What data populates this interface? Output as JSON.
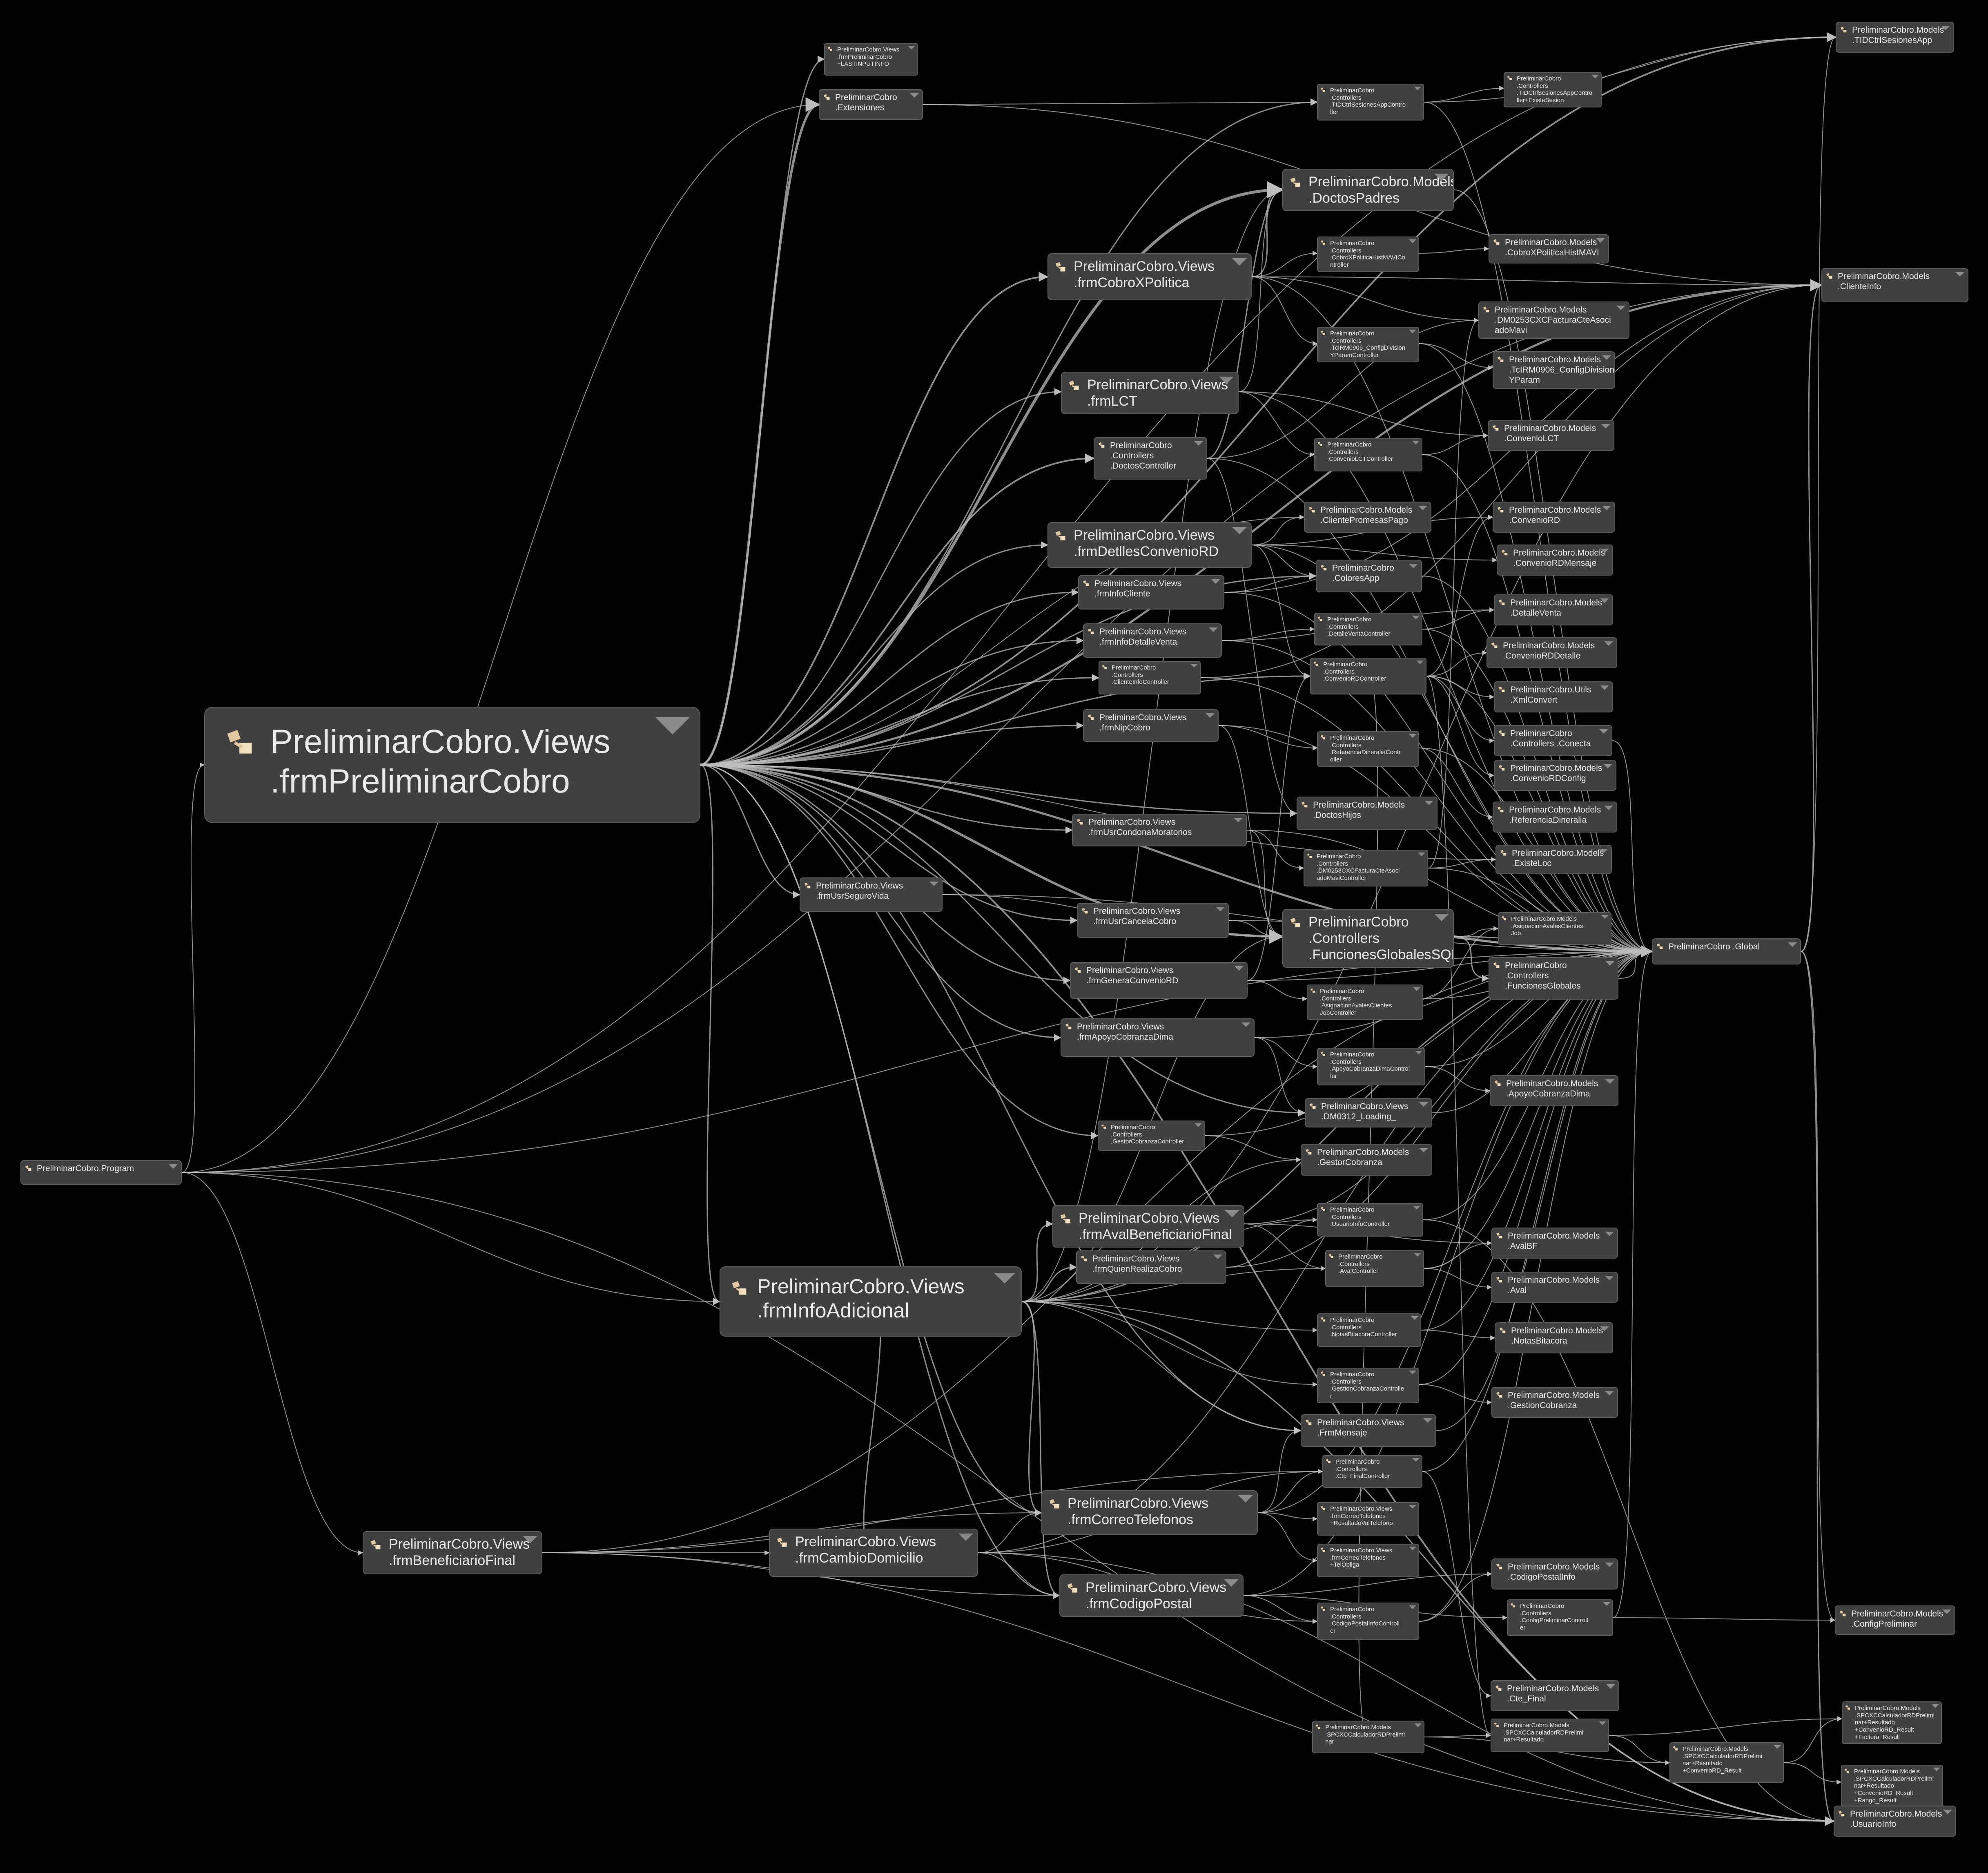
{
  "colors": {
    "background": "#000000",
    "node_fill": "#404040",
    "node_border": "#5a5a5a",
    "edge": "#bdbdbd",
    "text": "#e8e8e8"
  },
  "icon_names": {
    "class": "class-icon",
    "collapse": "chevron-down-icon"
  },
  "nodes": {
    "program": [
      "PreliminarCobro.Program"
    ],
    "frmPreliminarCobro": [
      "PreliminarCobro.Views",
      ".frmPreliminarCobro"
    ],
    "frmInfoAdicional": [
      "PreliminarCobro.Views",
      ".frmInfoAdicional"
    ],
    "frmBeneficiarioFinal": [
      "PreliminarCobro.Views",
      ".frmBeneficiarioFinal"
    ],
    "frmCambioDomicilio": [
      "PreliminarCobro.Views",
      ".frmCambioDomicilio"
    ],
    "lastInput": [
      "PreliminarCobro.Views",
      ".frmPreliminarCobro",
      "+LASTINPUTINFO"
    ],
    "extensiones": [
      "PreliminarCobro",
      ".Extensiones"
    ],
    "frmUsrSeguroVida": [
      "PreliminarCobro.Views",
      ".frmUsrSeguroVida"
    ],
    "frmCobroXPolitica": [
      "PreliminarCobro.Views",
      ".frmCobroXPolitica"
    ],
    "frmLCT": [
      "PreliminarCobro.Views",
      ".frmLCT"
    ],
    "doctosController": [
      "PreliminarCobro",
      ".Controllers",
      ".DoctosController"
    ],
    "frmDetllesConvenioRD": [
      "PreliminarCobro.Views",
      ".frmDetllesConvenioRD"
    ],
    "frmInfoCliente": [
      "PreliminarCobro.Views",
      ".frmInfoCliente"
    ],
    "frmInfoDetalleVenta": [
      "PreliminarCobro.Views",
      ".frmInfoDetalleVenta"
    ],
    "clienteInfoController": [
      "PreliminarCobro",
      ".Controllers",
      ".ClienteInfoController"
    ],
    "frmNipCobro": [
      "PreliminarCobro.Views",
      ".frmNipCobro"
    ],
    "frmUsrCondonaMoratorios": [
      "PreliminarCobro.Views",
      ".frmUsrCondonaMoratorios"
    ],
    "frmUsrCancelaCobro": [
      "PreliminarCobro.Views",
      ".frmUsrCancelaCobro"
    ],
    "frmGeneraConvenioRD": [
      "PreliminarCobro.Views",
      ".frmGeneraConvenioRD"
    ],
    "frmApoyoCobranzaDima": [
      "PreliminarCobro.Views",
      ".frmApoyoCobranzaDima"
    ],
    "gestorCobranzaController": [
      "PreliminarCobro",
      ".Controllers",
      ".GestorCobranzaController"
    ],
    "frmAvalBeneficiarioFinal": [
      "PreliminarCobro.Views",
      ".frmAvalBeneficiarioFinal"
    ],
    "frmQuienRealizaCobro": [
      "PreliminarCobro.Views",
      ".frmQuienRealizaCobro"
    ],
    "frmCorreoTelefonos": [
      "PreliminarCobro.Views",
      ".frmCorreoTelefonos"
    ],
    "frmCodigoPostal": [
      "PreliminarCobro.Views",
      ".frmCodigoPostal"
    ],
    "tidCtrlSesionesAppController": [
      "PreliminarCobro",
      ".Controllers",
      ".TIDCtrlSesionesAppContro",
      "ller"
    ],
    "existeSesion": [
      "PreliminarCobro",
      ".Controllers",
      ".TIDCtrlSesionesAppContro",
      "ller+ExisteSesion"
    ],
    "doctosPadres": [
      "PreliminarCobro.Models",
      ".DoctosPadres"
    ],
    "cobroXPoliticaHistMAVICo": [
      "PreliminarCobro",
      ".Controllers",
      ".CobroXPoliticaHistMAVICo",
      "ntroller"
    ],
    "tcIRM0906Controller": [
      "PreliminarCobro",
      ".Controllers",
      ".TcIRM0906_ConfigDivision",
      "YParamController"
    ],
    "convenioLCTController": [
      "PreliminarCobro",
      ".Controllers",
      ".ConvenioLCTController"
    ],
    "clientePromesasPago": [
      "PreliminarCobro.Models",
      ".ClientePromesasPago"
    ],
    "coloresApp": [
      "PreliminarCobro",
      ".ColoresApp"
    ],
    "detalleVentaController": [
      "PreliminarCobro",
      ".Controllers",
      ".DetalleVentaController"
    ],
    "convenioRDController": [
      "PreliminarCobro",
      ".Controllers",
      ".ConvenioRDController"
    ],
    "referenciaDineraliaController": [
      "PreliminarCobro",
      ".Controllers",
      ".ReferenciaDineraliaContr",
      "oller"
    ],
    "doctosHijos": [
      "PreliminarCobro.Models",
      ".DoctosHijos"
    ],
    "dm0253Controller": [
      "PreliminarCobro",
      ".Controllers",
      ".DM0253CXCFacturaCteAsoci",
      "adoMaviController"
    ],
    "funcionesGlobalesSQL": [
      "PreliminarCobro",
      ".Controllers",
      ".FuncionesGlobalesSQL"
    ],
    "asignacionAvalesController": [
      "PreliminarCobro",
      ".Controllers",
      ".AsignacionAvalesClientes",
      "JobController"
    ],
    "apoyoCobranzaDimaController": [
      "PreliminarCobro",
      ".Controllers",
      ".ApoyoCobranzaDimaControl",
      "ler"
    ],
    "dm0312Loading": [
      "PreliminarCobro.Views",
      ".DM0312_Loading_"
    ],
    "gestorCobranza": [
      "PreliminarCobro.Models",
      ".GestorCobranza"
    ],
    "usuarioInfoController": [
      "PreliminarCobro",
      ".Controllers",
      ".UsuarioInfoController"
    ],
    "avalController": [
      "PreliminarCobro",
      ".Controllers",
      ".AvalController"
    ],
    "notasBitacoraController": [
      "PreliminarCobro",
      ".Controllers",
      ".NotasBitacoraController"
    ],
    "gestionCobranzaController": [
      "PreliminarCobro",
      ".Controllers",
      ".GestionCobranzaControlle",
      "r"
    ],
    "frmMensaje": [
      "PreliminarCobro.Views",
      ".FrmMensaje"
    ],
    "cteFinalController": [
      "PreliminarCobro",
      ".Controllers",
      ".Cte_FinalController"
    ],
    "frmCorreoTelefonosResultado": [
      "PreliminarCobro.Views",
      ".frmCorreoTelefonos",
      "+ResultadoValTelefono"
    ],
    "frmCorreoTelefonosTelObliga": [
      "PreliminarCobro.Views",
      ".frmCorreoTelefonos",
      "+TelObliga"
    ],
    "codigoPostalInfoController": [
      "PreliminarCobro",
      ".Controllers",
      ".CodigoPostalInfoControll",
      "er"
    ],
    "spcxcModel": [
      "PreliminarCobro.Models",
      ".SPCXCCalculadorRDPrelimi",
      "nar"
    ],
    "cobroXPoliticaHistMAVI": [
      "PreliminarCobro.Models",
      ".CobroXPoliticaHistMAVI"
    ],
    "dm0253Model": [
      "PreliminarCobro.Models",
      ".DM0253CXCFacturaCteAsoci",
      "adoMavi"
    ],
    "tcIRM0906Model": [
      "PreliminarCobro.Models",
      ".TcIRM0906_ConfigDivision",
      "YParam"
    ],
    "convenioLCT": [
      "PreliminarCobro.Models",
      ".ConvenioLCT"
    ],
    "convenioRD": [
      "PreliminarCobro.Models",
      ".ConvenioRD"
    ],
    "convenioRDMensaje": [
      "PreliminarCobro.Models",
      ".ConvenioRDMensaje"
    ],
    "detalleVenta": [
      "PreliminarCobro.Models",
      ".DetalleVenta"
    ],
    "convenioRDDetalle": [
      "PreliminarCobro.Models",
      ".ConvenioRDDetalle"
    ],
    "xmlConvert": [
      "PreliminarCobro.Utils",
      ".XmlConvert"
    ],
    "conecta": [
      "PreliminarCobro",
      ".Controllers .Conecta"
    ],
    "convenioRDConfig": [
      "PreliminarCobro.Models",
      ".ConvenioRDConfig"
    ],
    "referenciaDineralia": [
      "PreliminarCobro.Models",
      ".ReferenciaDineralia"
    ],
    "existeLoc": [
      "PreliminarCobro.Models",
      ".ExisteLoc"
    ],
    "asignacionAvalesJob": [
      "PreliminarCobro.Models",
      ".AsignacionAvalesClientes",
      "Job"
    ],
    "funcionesGlobales": [
      "PreliminarCobro",
      ".Controllers",
      ".FuncionesGlobales"
    ],
    "apoyoCobranzaDima": [
      "PreliminarCobro.Models",
      ".ApoyoCobranzaDima"
    ],
    "avalBF": [
      "PreliminarCobro.Models",
      ".AvalBF"
    ],
    "aval": [
      "PreliminarCobro.Models",
      ".Aval"
    ],
    "notasBitacora": [
      "PreliminarCobro.Models",
      ".NotasBitacora"
    ],
    "gestionCobranza": [
      "PreliminarCobro.Models",
      ".GestionCobranza"
    ],
    "codigoPostalInfo": [
      "PreliminarCobro.Models",
      ".CodigoPostalInfo"
    ],
    "configPreliminarController": [
      "PreliminarCobro",
      ".Controllers",
      ".ConfigPreliminarControll",
      "er"
    ],
    "cteFinal": [
      "PreliminarCobro.Models",
      ".Cte_Final"
    ],
    "spcxcResultado": [
      "PreliminarCobro.Models",
      ".SPCXCCalculadorRDPrelimi",
      "nar+Resultado"
    ],
    "spcxcConvenioResult": [
      "PreliminarCobro.Models",
      ".SPCXCCalculadorRDPrelimi",
      "nar+Resultado",
      "+ConvenioRD_Result"
    ],
    "global": [
      "PreliminarCobro .Global"
    ],
    "tidCtrlSesionesApp": [
      "PreliminarCobro.Models",
      ".TIDCtrlSesionesApp"
    ],
    "clienteInfo": [
      "PreliminarCobro.Models",
      ".ClienteInfo"
    ],
    "configPreliminar": [
      "PreliminarCobro.Models",
      ".ConfigPreliminar"
    ],
    "spcxcFactura": [
      "PreliminarCobro.Models",
      ".SPCXCCalculadorRDPrelimi",
      "nar+Resultado",
      "+ConvenioRD_Result",
      "+Factura_Result"
    ],
    "spcxcRango": [
      "PreliminarCobro.Models",
      ".SPCXCCalculadorRDPrelimi",
      "nar+Resultado",
      "+ConvenioRD_Result",
      "+Rango_Result"
    ],
    "usuarioInfo": [
      "PreliminarCobro.Models",
      ".UsuarioInfo"
    ]
  }
}
